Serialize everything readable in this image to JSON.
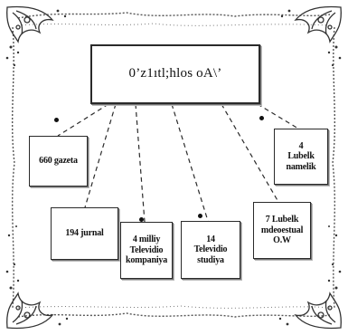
{
  "diagram": {
    "central": {
      "label": "0’z1ıtl;hlos oA\\’"
    },
    "nodes": [
      {
        "id": "a",
        "label": "660 gazeta"
      },
      {
        "id": "b",
        "label": "194 jurnal"
      },
      {
        "id": "c",
        "label": "4 milliy\nTelevidio\nkompaniya"
      },
      {
        "id": "d",
        "label": "14\nTelevidio\nstudiya"
      },
      {
        "id": "e",
        "label": "7 Lubelk\nmdeoestual\nO.W"
      },
      {
        "id": "f",
        "label": "4\nLubelk\nnamelik"
      }
    ]
  },
  "colors": {
    "line": "#2a2a2a",
    "ornament": "#444444",
    "background": "#ffffff"
  }
}
